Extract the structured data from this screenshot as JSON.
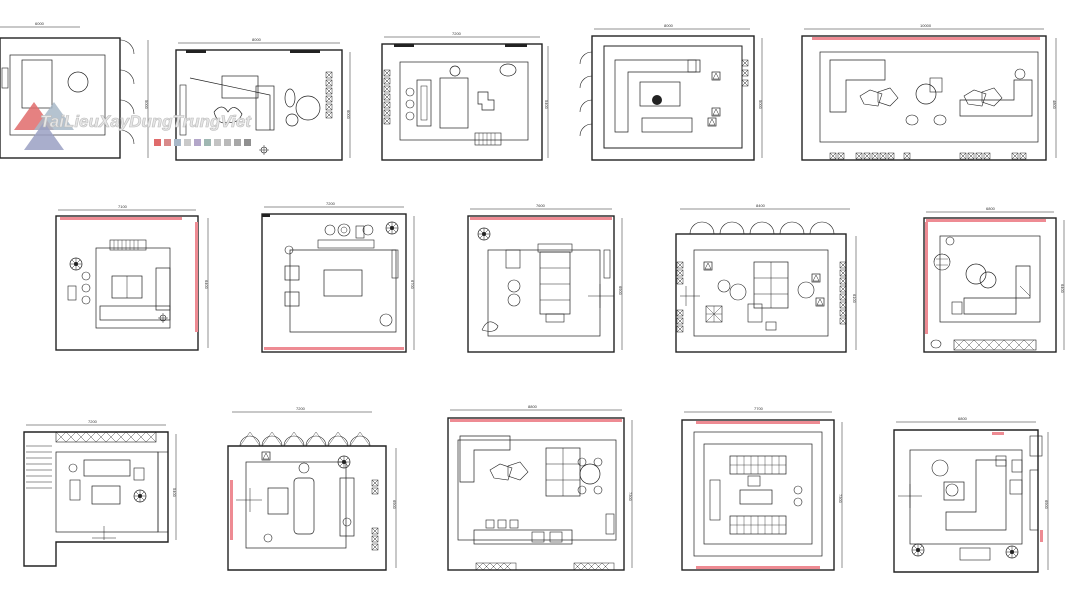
{
  "watermark": {
    "text": "TaiLieuXayDungTrungViet",
    "swatches": [
      "#e06b6b",
      "#d88a8a",
      "#a8b8c8",
      "#c9c9c9",
      "#b3a6c9",
      "#9fb7b2",
      "#c3c3c3",
      "#b9b9b9",
      "#a7a7a7",
      "#8f8f8f"
    ]
  },
  "colors": {
    "line": "#222222",
    "wall_accent": "#ee8b93",
    "glass": "#ee8b93"
  },
  "plans": [
    {
      "id": "plan-1",
      "top_dim": "6000",
      "side_dim": "5000"
    },
    {
      "id": "plan-2",
      "top_dim": "8000",
      "side_dim": "6000"
    },
    {
      "id": "plan-3",
      "top_dim": "7200",
      "side_dim": "5400"
    },
    {
      "id": "plan-4",
      "top_dim": "8000",
      "side_dim": "5000"
    },
    {
      "id": "plan-5",
      "top_dim": "10000",
      "side_dim": "4800"
    },
    {
      "id": "plan-6",
      "top_dim": "7100",
      "side_dim": "6400"
    },
    {
      "id": "plan-7",
      "top_dim": "7200",
      "side_dim": "6700"
    },
    {
      "id": "plan-8",
      "top_dim": "7600",
      "side_dim": "6900"
    },
    {
      "id": "plan-9",
      "top_dim": "8400",
      "side_dim": "6100"
    },
    {
      "id": "plan-10",
      "top_dim": "6800",
      "side_dim": "6400"
    },
    {
      "id": "plan-11",
      "top_dim": "7200",
      "side_dim": "5400"
    },
    {
      "id": "plan-12",
      "top_dim": "7200",
      "side_dim": "6900"
    },
    {
      "id": "plan-13",
      "top_dim": "8800",
      "side_dim": "7300"
    },
    {
      "id": "plan-14",
      "top_dim": "7700",
      "side_dim": "7300"
    },
    {
      "id": "plan-15",
      "top_dim": "6800",
      "side_dim": "6900"
    }
  ]
}
